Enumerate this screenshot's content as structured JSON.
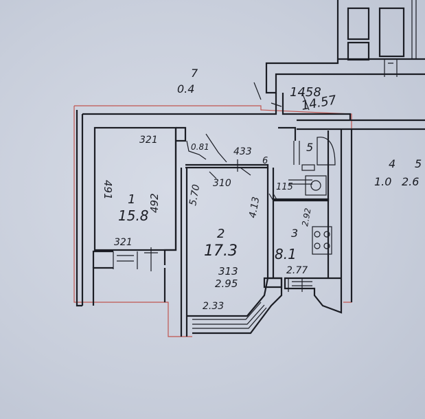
{
  "colors": {
    "paper": "#cdd3df",
    "ink": "#1b1d24",
    "outline": "#c0554f"
  },
  "labels": {
    "room7_num": "7",
    "room7_area": "0.4",
    "dim_1458": "1458",
    "dim_1457": "14.57",
    "dim_321_top": "321",
    "dim_321_bottom": "321",
    "dim_081": "0.81",
    "dim_433": "433",
    "dim_6": "6",
    "dim_5": "5",
    "dim_491": "491",
    "dim_492": "492",
    "room1_num": "1",
    "room1_area": "15.8",
    "dim_570": "5.70",
    "dim_310": "310",
    "dim_115": "115",
    "dim_413": "4.13",
    "room2_num": "2",
    "room2_area": "17.3",
    "room3_num": "3",
    "room3_area": "8.1",
    "dim_292": "2.92",
    "dim_313": "313",
    "dim_295": "2.95",
    "dim_277": "2.77",
    "dim_233": "2.33",
    "room4_num": "4",
    "room4_area": "1.0",
    "room5_num": "5",
    "room5_area": "2.6"
  }
}
